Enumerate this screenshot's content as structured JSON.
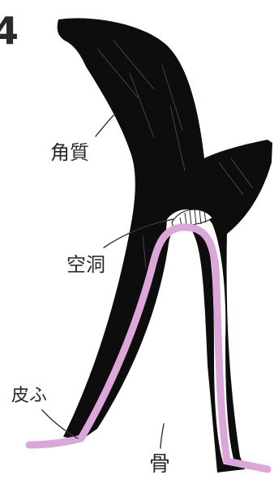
{
  "figure": {
    "number": "4",
    "labels": {
      "horn": "角質",
      "cavity": "空洞",
      "skin": "皮ふ",
      "bone": "骨"
    }
  },
  "colors": {
    "horn": "#0d0d0d",
    "skin": "#dca6d8",
    "background": "#ffffff",
    "ink": "#2a2a2a"
  }
}
